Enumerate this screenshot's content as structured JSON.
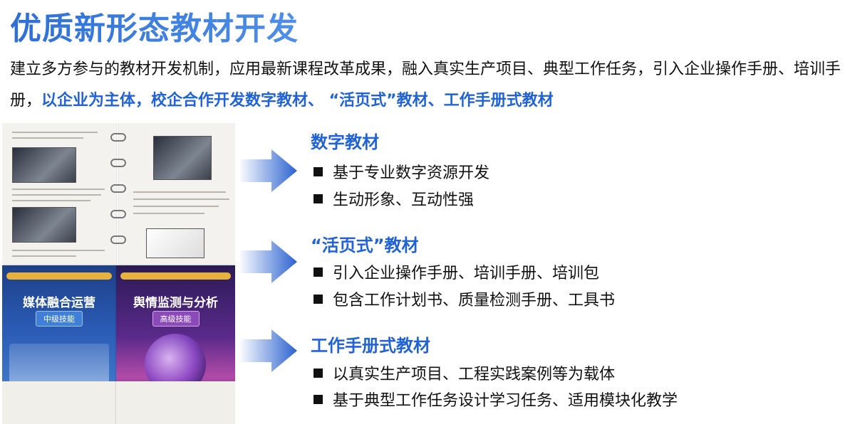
{
  "title": "优质新形态教材开发",
  "intro": {
    "plain": "建立多方参与的教材开发机制，应用最新课程改革成果，融入真实生产项目、典型工作任务，引入企业操作手册、培训手册，",
    "highlight": "以企业为主体，校企合作开发数字教材、 “活页式”教材、工作手册式教材"
  },
  "photo": {
    "cover1_title": "媒体融合运营",
    "cover1_level": "中级技能",
    "cover2_title": "舆情监测与分析",
    "cover2_level": "高级技能"
  },
  "colors": {
    "accent": "#1f63d6",
    "arrow": "#2b62d0"
  },
  "sections": [
    {
      "heading": "数字教材",
      "bullets": [
        "基于专业数字资源开发",
        "生动形象、互动性强"
      ]
    },
    {
      "heading": "“活页式”教材",
      "bullets": [
        "引入企业操作手册、培训手册、培训包",
        "包含工作计划书、质量检测手册、工具书"
      ]
    },
    {
      "heading": "工作手册式教材",
      "bullets": [
        "以真实生产项目、工程实践案例等为载体",
        "基于典型工作任务设计学习任务、适用模块化教学"
      ]
    }
  ]
}
